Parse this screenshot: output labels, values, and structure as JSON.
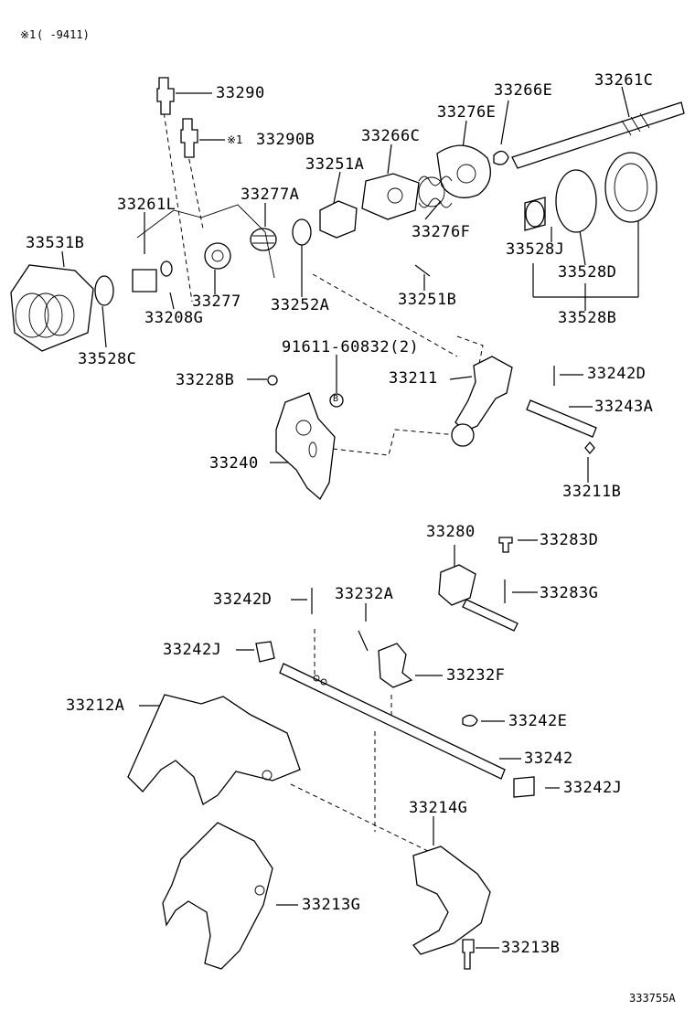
{
  "note": {
    "mark": "※1",
    "range": "(    -9411)"
  },
  "footer_code": "333755A",
  "parts": {
    "p33290": "33290",
    "p33290B_mark": "※1",
    "p33290B": "33290B",
    "p33266E": "33266E",
    "p33261C": "33261C",
    "p33276E": "33276E",
    "p33266C": "33266C",
    "p33251A": "33251A",
    "p33277A": "33277A",
    "p33261L": "33261L",
    "p33531B": "33531B",
    "p33276F": "33276F",
    "p33528J": "33528J",
    "p33528D": "33528D",
    "p33528B": "33528B",
    "p33277": "33277",
    "p33252A": "33252A",
    "p33251B": "33251B",
    "p33208G": "33208G",
    "p33528C": "33528C",
    "p91611": "91611-60832(2)",
    "p33228B": "33228B",
    "p33211": "33211",
    "p33242D_top": "33242D",
    "p33243A": "33243A",
    "p33240": "33240",
    "p33211B": "33211B",
    "p33280": "33280",
    "p33283D": "33283D",
    "p33283G": "33283G",
    "p33242D_mid": "33242D",
    "p33232A": "33232A",
    "p33242J_left": "33242J",
    "p33232F": "33232F",
    "p33212A": "33212A",
    "p33242E": "33242E",
    "p33242": "33242",
    "p33242J_right": "33242J",
    "p33214G": "33214G",
    "p33213G": "33213G",
    "p33213B": "33213B"
  },
  "callout_badge": "B"
}
